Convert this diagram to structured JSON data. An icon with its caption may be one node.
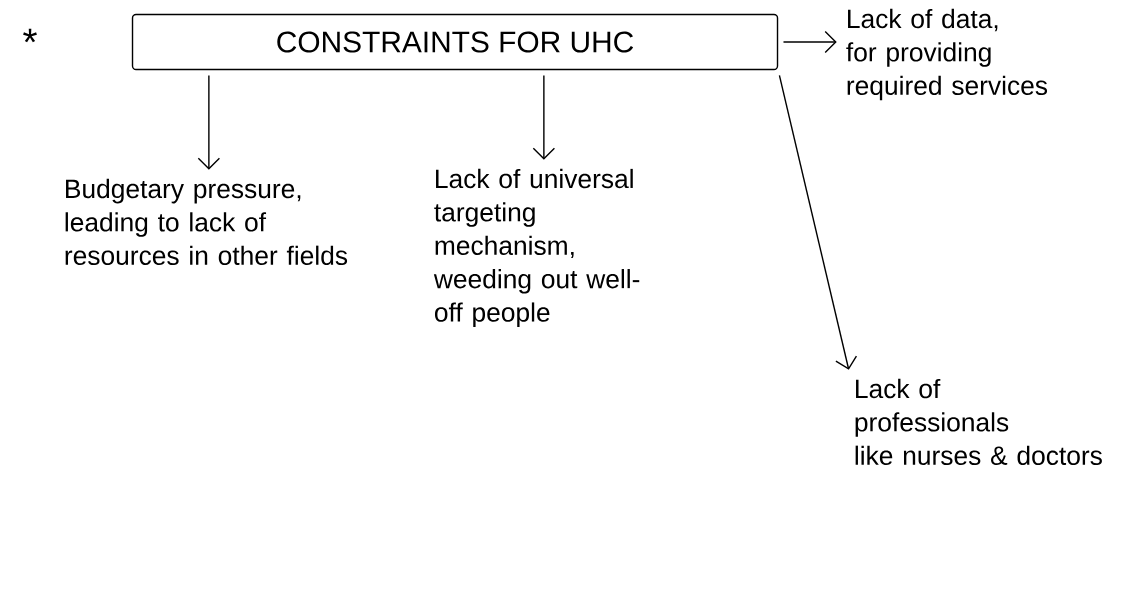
{
  "diagram": {
    "nodes": [
      {
        "text": [
          "CONSTRAINTS FOR UHC"
        ]
      },
      {
        "text": [
          "Budgetary pressure,",
          "leading to lack of resources in other fields"
        ]
      },
      {
        "text": [
          "Lack of universal targeting",
          "mechanism, weeding out well-off people"
        ]
      },
      {
        "text": [
          "Lack of data,",
          "for providing required services"
        ]
      },
      {
        "text": [
          "Lack of professionals",
          "like nurses & doctors"
        ]
      }
    ],
    "edges": [
      {
        "from": 0,
        "to": 3,
        "arrow": "to"
      },
      {
        "from": 0,
        "to": 1,
        "arrow": "to"
      },
      {
        "from": 0,
        "to": 2,
        "arrow": "to"
      },
      {
        "from": 0,
        "to": 4,
        "arrow": "to"
      }
    ],
    "labels": [
      "*"
    ]
  }
}
